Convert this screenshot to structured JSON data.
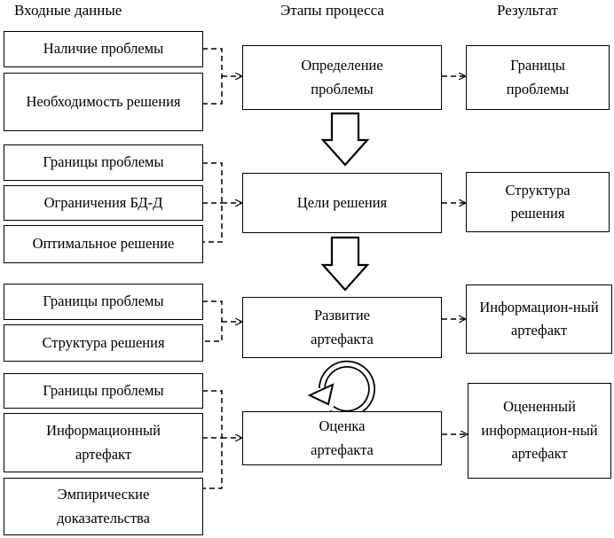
{
  "headers": {
    "inputs": "Входные данные",
    "stages": "Этапы процесса",
    "results": "Результат"
  },
  "groups": [
    {
      "inputs": [
        "Наличие проблемы",
        "Необходимость решения"
      ],
      "stage": "Определение проблемы",
      "result": "Границы проблемы"
    },
    {
      "inputs": [
        "Границы проблемы",
        "Ограничения БД-Д",
        "Оптимальное решение"
      ],
      "stage": "Цели решения",
      "result": "Структура решения"
    },
    {
      "inputs": [
        "Границы проблемы",
        "Структура решения"
      ],
      "stage": "Развитие артефакта",
      "result": "Информацион-ный артефакт"
    },
    {
      "inputs": [
        "Границы проблемы",
        "Информационный артефакт",
        "Эмпирические доказательства"
      ],
      "stage": "Оценка артефакта",
      "result": "Оцененный информацион-ный артефакт"
    }
  ]
}
